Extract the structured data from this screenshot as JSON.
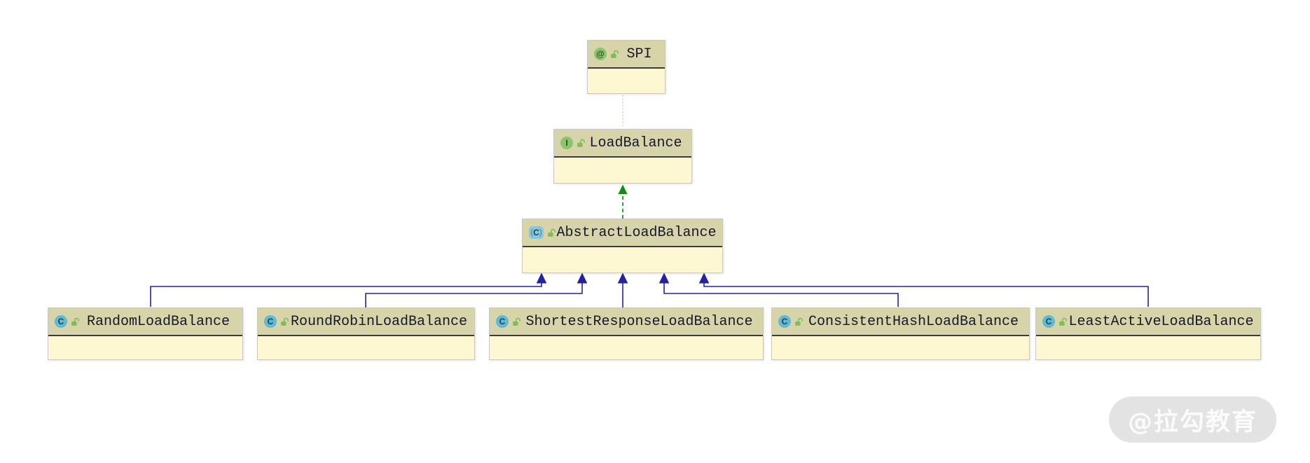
{
  "diagram": {
    "nodes": [
      {
        "name": "SPI",
        "kind": "annotation",
        "icon": "annotation-icon",
        "glyph": "@",
        "lock": "unlocked-lock-icon"
      },
      {
        "name": "LoadBalance",
        "kind": "interface",
        "icon": "interface-icon",
        "glyph": "I",
        "lock": "unlocked-lock-icon"
      },
      {
        "name": "AbstractLoadBalance",
        "kind": "abstract-class",
        "icon": "abstract-class-icon",
        "glyph": "C",
        "paren_left": "(",
        "paren_right": ")",
        "lock": "unlocked-lock-icon"
      },
      {
        "name": "RandomLoadBalance",
        "kind": "class",
        "icon": "class-icon",
        "glyph": "C",
        "lock": "unlocked-lock-icon"
      },
      {
        "name": "RoundRobinLoadBalance",
        "kind": "class",
        "icon": "class-icon",
        "glyph": "C",
        "lock": "unlocked-lock-icon"
      },
      {
        "name": "ShortestResponseLoadBalance",
        "kind": "class",
        "icon": "class-icon",
        "glyph": "C",
        "lock": "unlocked-lock-icon"
      },
      {
        "name": "ConsistentHashLoadBalance",
        "kind": "class",
        "icon": "class-icon",
        "glyph": "C",
        "lock": "unlocked-lock-icon"
      },
      {
        "name": "LeastActiveLoadBalance",
        "kind": "class",
        "icon": "class-icon",
        "glyph": "C",
        "lock": "unlocked-lock-icon"
      }
    ],
    "relations": [
      {
        "from": "LoadBalance",
        "to": "SPI",
        "type": "annotation",
        "line": "dotted-olive"
      },
      {
        "from": "AbstractLoadBalance",
        "to": "LoadBalance",
        "type": "realization",
        "line": "dashed-green-arrow"
      },
      {
        "from": "RandomLoadBalance",
        "to": "AbstractLoadBalance",
        "type": "generalization",
        "line": "solid-blue-arrow"
      },
      {
        "from": "RoundRobinLoadBalance",
        "to": "AbstractLoadBalance",
        "type": "generalization",
        "line": "solid-blue-arrow"
      },
      {
        "from": "ShortestResponseLoadBalance",
        "to": "AbstractLoadBalance",
        "type": "generalization",
        "line": "solid-blue-arrow"
      },
      {
        "from": "ConsistentHashLoadBalance",
        "to": "AbstractLoadBalance",
        "type": "generalization",
        "line": "solid-blue-arrow"
      },
      {
        "from": "LeastActiveLoadBalance",
        "to": "AbstractLoadBalance",
        "type": "generalization",
        "line": "solid-blue-arrow"
      }
    ]
  },
  "watermark": {
    "text": "@拉勾教育"
  },
  "colors": {
    "canvas-bg": "#ffffff",
    "header-bg": "#d8d4aa",
    "body-bg": "#fdf8d2",
    "box-border": "#c4c9cf",
    "separator": "#3c3c3c",
    "name-text": "#17172b",
    "extends-line": "#2323a0",
    "implements-line": "#0f8f0f",
    "annotation-line": "#c9c384",
    "icon-green": "#8cc36c",
    "icon-teal": "#62b9d2",
    "abstract-teal": "#83c8de",
    "lock-green": "#82bc58",
    "watermark-bg": "#e3e3e3",
    "watermark-text": "#fbfbfb"
  }
}
